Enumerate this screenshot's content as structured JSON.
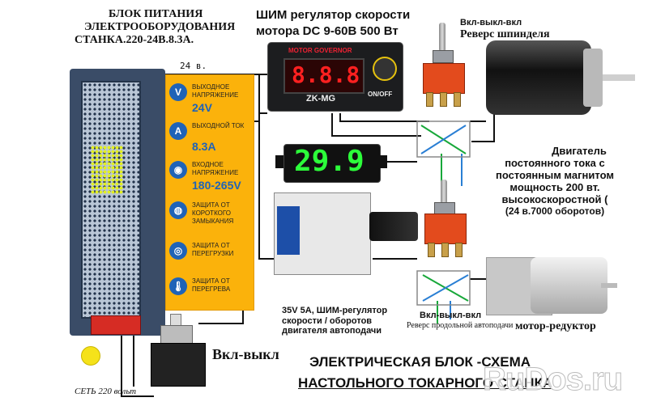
{
  "psu_title": [
    "БЛОК ПИТАНИЯ",
    "ЭЛЕКТРООБОРУДОВАНИЯ",
    "СТАНКА.220-24В.8.3А."
  ],
  "pwm_title": [
    "ШИМ регулятор скорости",
    "мотора DC 9-60В 500 Вт"
  ],
  "spindle_reverse_label": [
    "Вкл-выкл-вкл",
    "Реверс шпинделя"
  ],
  "wire_24v_label": "24 в.",
  "pwm_device": {
    "brand": "MOTOR GOVERNOR",
    "display": "8.8.8",
    "model": "ZK-MG",
    "switch_label": "ON/OFF"
  },
  "voltmeter_display": "29.9",
  "spec_card": {
    "rows": [
      {
        "icon": "V",
        "label": "ВЫХОДНОЕ НАПРЯЖЕНИЕ",
        "value": "24V"
      },
      {
        "icon": "A",
        "label": "ВЫХОДНОЙ ТОК",
        "value": "8.3A"
      },
      {
        "icon": "◉",
        "label": "ВХОДНОЕ НАПРЯЖЕНИЕ",
        "value": "180-265V"
      },
      {
        "icon": "◍",
        "label": "ЗАЩИТА ОТ КОРОТКОГО ЗАМЫКАНИЯ",
        "value": ""
      },
      {
        "icon": "◎",
        "label": "ЗАЩИТА ОТ ПЕРЕГРУЗКИ",
        "value": ""
      },
      {
        "icon": "🌡",
        "label": "ЗАЩИТА ОТ ПЕРЕГРЕВА",
        "value": ""
      }
    ]
  },
  "motor_description": [
    "Двигатель",
    "постоянного тока с",
    "постоянным магнитом",
    "мощность 200 вт.",
    "высокоскоростной (",
    "(24 в.7000 оборотов)"
  ],
  "pwm_feed_label": [
    "35V 5A, ШИМ-регулятор",
    "скорости / оборотов",
    "двигателя  автоподачи"
  ],
  "feed_reverse_label": [
    "Вкл-выкл-вкл",
    "Реверс продольной автоподачи"
  ],
  "gearmotor_label": "мотор-редуктор",
  "main_switch_label": "Вкл-выкл",
  "mains_label": "СЕТЬ 220 вольт",
  "scheme_title": [
    "ЭЛЕКТРИЧЕСКАЯ БЛОК -СХЕМА",
    "НАСТОЛЬНОГО ТОКАРНОГО СТАНКА"
  ],
  "watermark": "RuDos.ru",
  "colors": {
    "psu_blue": "#3a4c67",
    "spec_orange": "#fbb20b",
    "spec_blue": "#1f63b7",
    "led_red": "#ff2020",
    "led_green": "#2cff3a",
    "toggle_red": "#e34b1d",
    "wire_green": "#18a83a",
    "wire_blue": "#2a7fd4"
  }
}
